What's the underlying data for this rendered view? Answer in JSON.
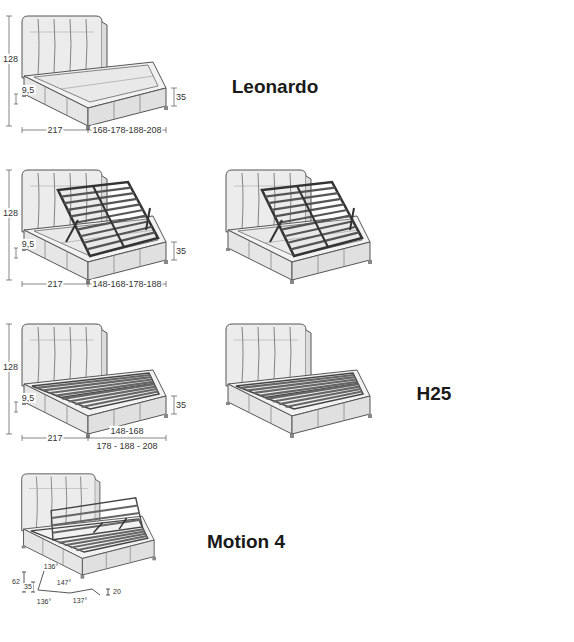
{
  "diagram": {
    "labels": [
      "128",
      "9,5",
      "35",
      "217",
      "168-178-188-208",
      "Leonardo",
      "128",
      "9,5",
      "35",
      "217",
      "148-168-178-188",
      "128",
      "9,5",
      "35",
      "217",
      "148-168",
      "178 - 188 - 208",
      "H25",
      "136°",
      "62",
      "35",
      "147°",
      "136°",
      "137°",
      "20",
      "Motion 4"
    ]
  }
}
